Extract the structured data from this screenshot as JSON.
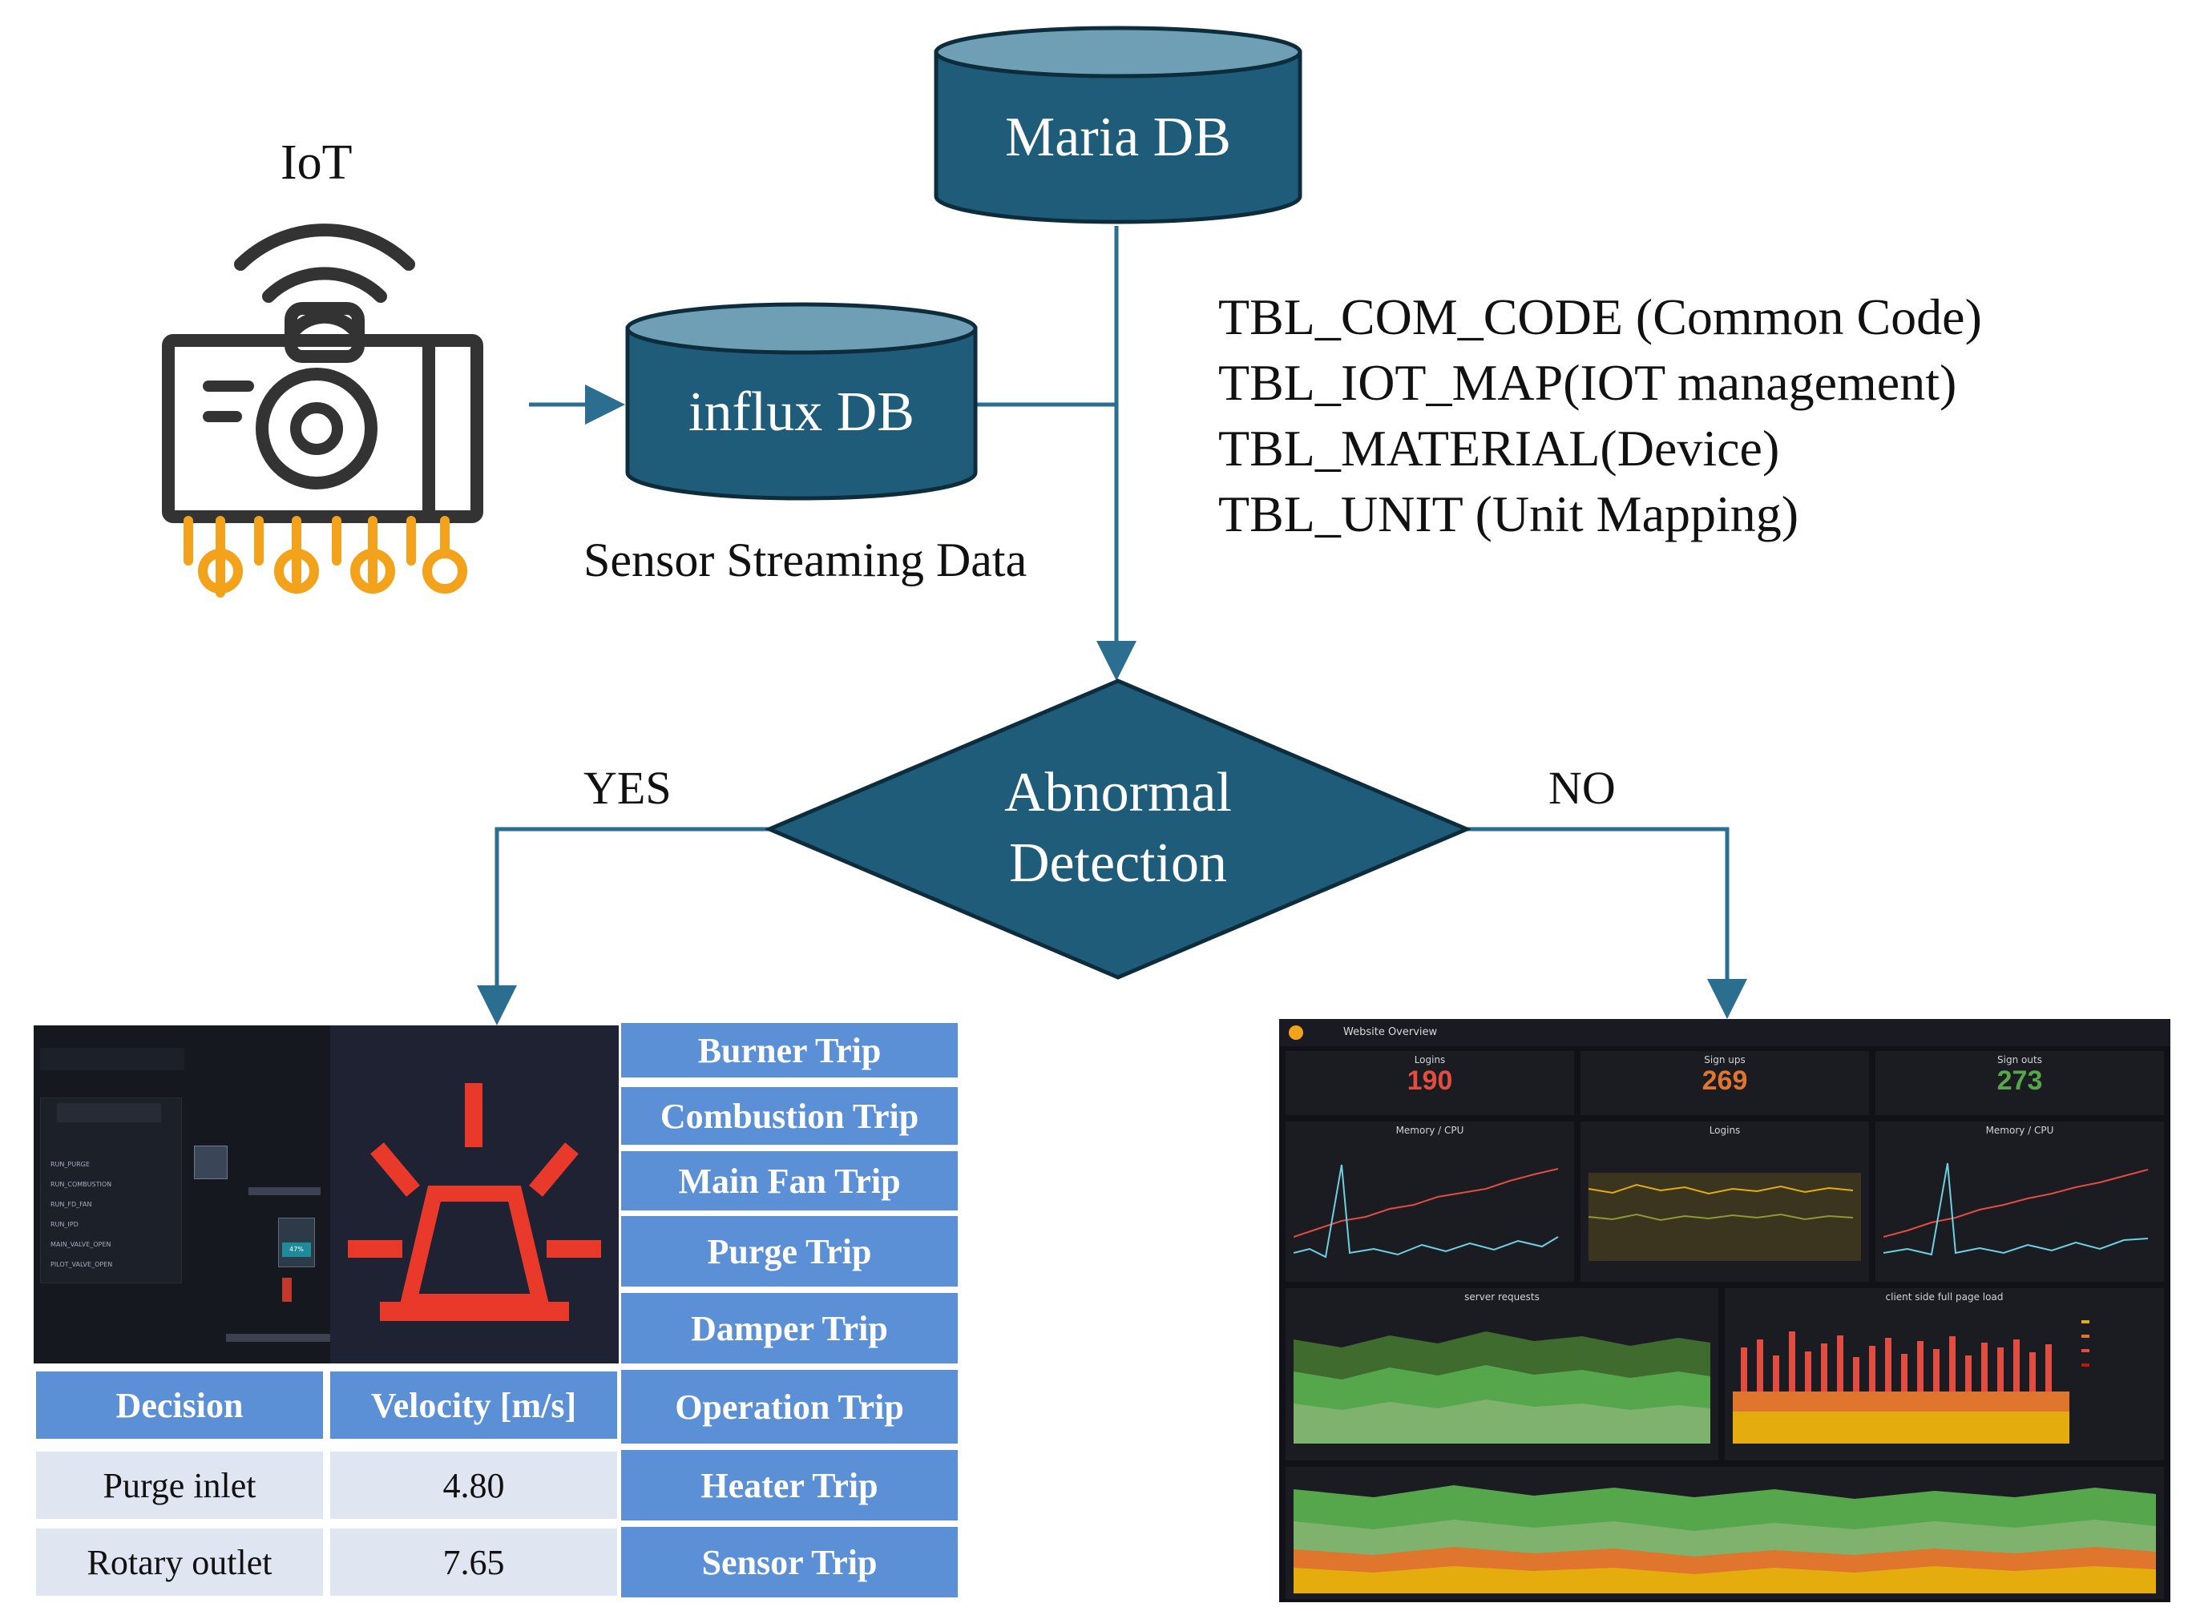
{
  "iot": {
    "label": "IoT"
  },
  "maria_db": {
    "label": "Maria DB"
  },
  "influx_db": {
    "label": "influx DB",
    "caption": "Sensor Streaming Data"
  },
  "tables": [
    "TBL_COM_CODE  (Common Code)",
    "TBL_IOT_MAP(IOT management)",
    "TBL_MATERIAL(Device)",
    "TBL_UNIT  (Unit Mapping)"
  ],
  "decision": {
    "line1": "Abnormal",
    "line2": "Detection",
    "yes": "YES",
    "no": "NO"
  },
  "trips": [
    "Burner Trip",
    "Combustion Trip",
    "Main Fan Trip",
    "Purge Trip",
    "Damper Trip",
    "Operation Trip",
    "Heater Trip",
    "Sensor Trip"
  ],
  "velocity_table": {
    "headers": [
      "Decision",
      "Velocity [m/s]"
    ],
    "rows": [
      [
        "Purge inlet",
        "4.80"
      ],
      [
        "Rotary outlet",
        "7.65"
      ]
    ]
  },
  "hmi": {
    "sidebar_items": [
      "RUN_PURGE",
      "RUN_COMBUSTION",
      "RUN_FD_FAN",
      "RUN_IPD",
      "MAIN_VALVE_OPEN",
      "PILOT_VALVE_OPEN"
    ],
    "gauge_value": "47%"
  },
  "dashboard": {
    "title": "Website Overview",
    "stats": [
      {
        "label": "Logins",
        "value": "190",
        "color": "#e24d42"
      },
      {
        "label": "Sign ups",
        "value": "269",
        "color": "#e0752d"
      },
      {
        "label": "Sign outs",
        "value": "273",
        "color": "#56a64b"
      }
    ],
    "panels": [
      "Memory / CPU",
      "Logins",
      "Memory / CPU",
      "server requests",
      "client side full page load"
    ]
  },
  "colors": {
    "node": "#1f5c7a",
    "node_top": "#6f9fb5",
    "arrow": "#2b6e8f",
    "trip": "#5b8fd6",
    "cell": "#dfe6f1",
    "orange": "#f2a31b",
    "alarm": "#e8392b"
  }
}
